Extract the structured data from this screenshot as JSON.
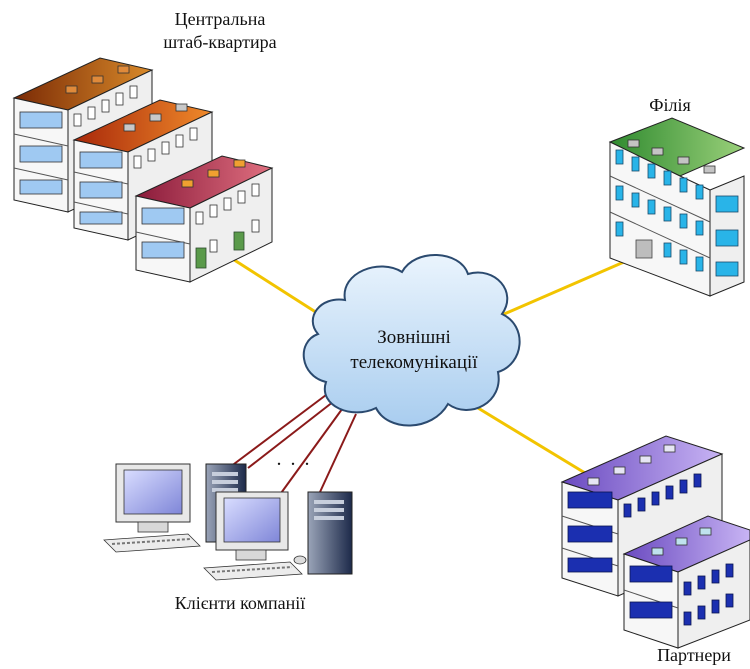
{
  "labels": {
    "hq_line1": "Центральна",
    "hq_line2": "штаб-квартира",
    "branch": "Філія",
    "cloud_line1": "Зовнішні",
    "cloud_line2": "телекомунікації",
    "clients": "Клієнти компанії",
    "partners": "Партнери",
    "dots": ". . ."
  },
  "colors": {
    "link_line": "#f2c400",
    "client_line": "#8b1a1a",
    "cloud_fill": "#cfe4f7",
    "cloud_stroke": "#2b4a6f",
    "wall": "#f7f7f7",
    "window": "#9fc9f2",
    "hq_roof_1": "#b35a10",
    "hq_roof_2": "#d4501c",
    "hq_roof_3": "#b1324f",
    "branch_roof": "#4fb04a",
    "partner_roof": "#9b7ae0",
    "partner_window": "#1b2fb0"
  }
}
